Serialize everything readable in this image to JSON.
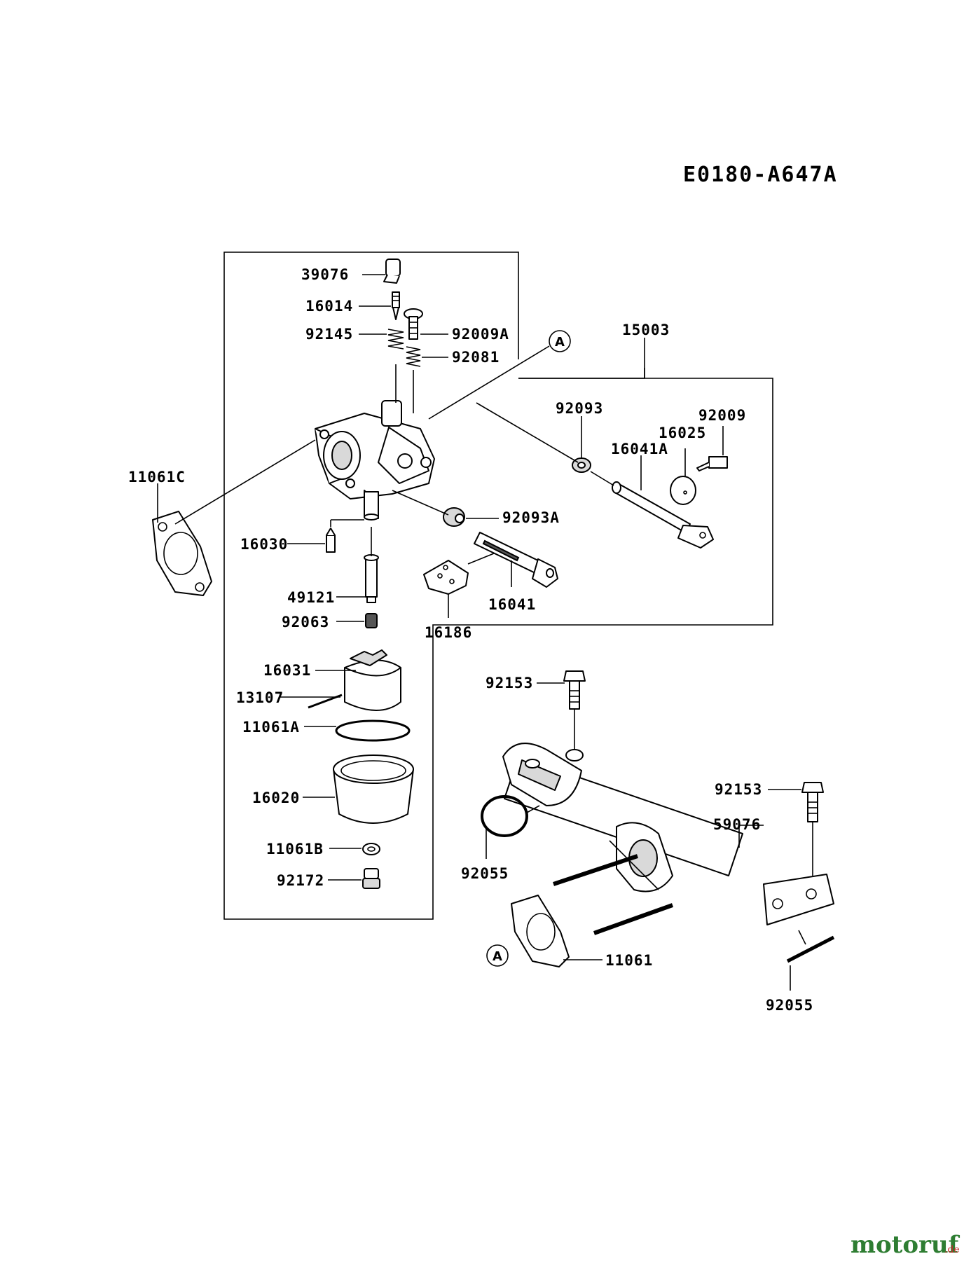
{
  "diagram_code": "E0180-A647A",
  "ref_mark": "A",
  "watermark": {
    "text": "motoruf",
    "suffix": ".de",
    "color": "#2e7d32",
    "suffix_color": "#c62828"
  },
  "labels": {
    "p39076": "39076",
    "p16014": "16014",
    "p92145": "92145",
    "p92009A": "92009A",
    "p92081": "92081",
    "p15003": "15003",
    "p92093": "92093",
    "p92009": "92009",
    "p16025": "16025",
    "p16041A": "16041A",
    "p11061C": "11061C",
    "p92093A": "92093A",
    "p16030": "16030",
    "p49121": "49121",
    "p16041": "16041",
    "p16186": "16186",
    "p92063": "92063",
    "p16031": "16031",
    "p13107": "13107",
    "p11061A": "11061A",
    "p92153a": "92153",
    "p92153b": "92153",
    "p16020": "16020",
    "p59076": "59076",
    "p11061B": "11061B",
    "p92055a": "92055",
    "p92172": "92172",
    "p11061": "11061",
    "p92055b": "92055"
  }
}
